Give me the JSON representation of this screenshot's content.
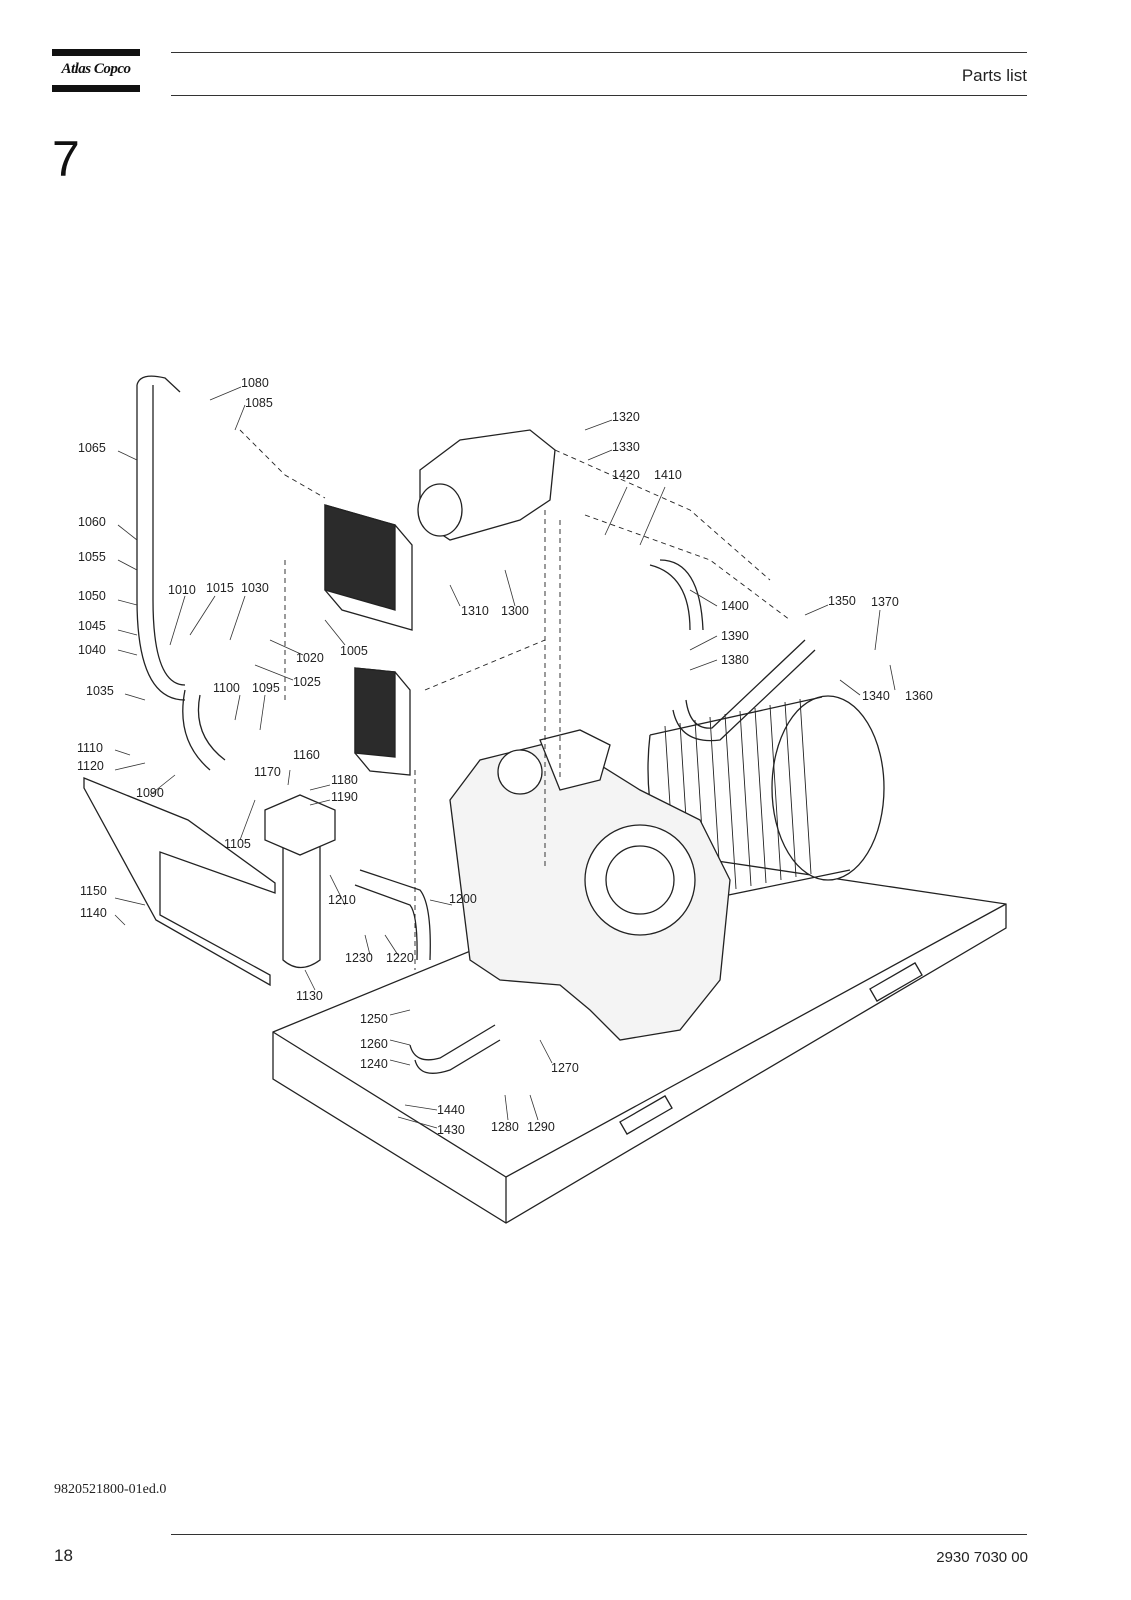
{
  "header": {
    "brand": "Atlas Copco",
    "section": "Parts list"
  },
  "chapter_number": "7",
  "diagram_labels": [
    "1080",
    "1085",
    "1065",
    "1060",
    "1055",
    "1050",
    "1045",
    "1040",
    "1035",
    "1010",
    "1015",
    "1030",
    "1020",
    "1005",
    "1025",
    "1100",
    "1095",
    "1110",
    "1120",
    "1090",
    "1160",
    "1170",
    "1180",
    "1190",
    "1105",
    "1150",
    "1140",
    "1210",
    "1200",
    "1230",
    "1220",
    "1130",
    "1250",
    "1260",
    "1240",
    "1270",
    "1440",
    "1430",
    "1280",
    "1290",
    "1320",
    "1330",
    "1420",
    "1410",
    "1310",
    "1300",
    "1400",
    "1390",
    "1380",
    "1350",
    "1370",
    "1340",
    "1360"
  ],
  "footer": {
    "doc_code": "9820521800-01ed.0",
    "page_number": "18",
    "document_number": "2930 7030 00"
  }
}
